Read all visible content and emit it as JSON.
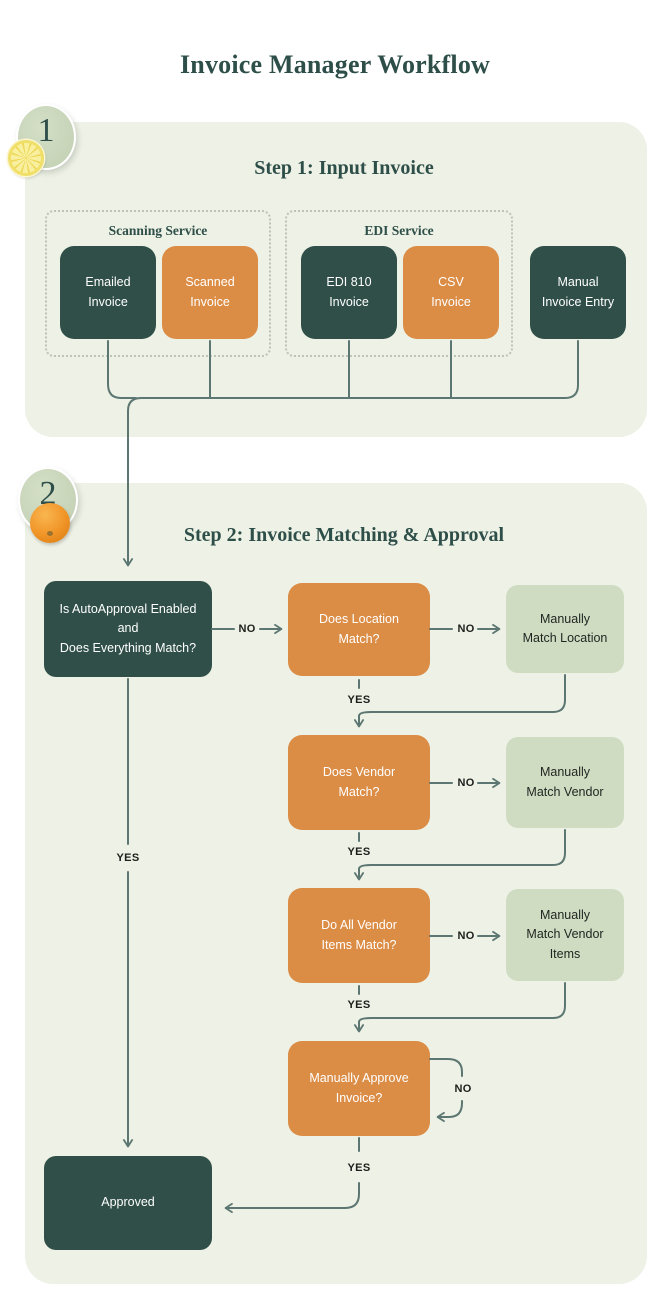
{
  "page": {
    "title": "Invoice Manager Workflow"
  },
  "colors": {
    "dark_teal": "#2F4F48",
    "orange": "#DB8C45",
    "light_green": "#D0DCC2",
    "panel_background": "#EEF1E5",
    "connector": "#5C7672",
    "heading_text": "#2E4F49"
  },
  "badges": {
    "step1": {
      "number": "1",
      "fruit_icon": "lemon-slice"
    },
    "step2": {
      "number": "2",
      "fruit_icon": "orange"
    }
  },
  "step1": {
    "heading": "Step 1: Input Invoice",
    "groups": [
      {
        "label": "Scanning Service",
        "nodes": [
          {
            "label": "Emailed\nInvoice",
            "variant": "dark"
          },
          {
            "label": "Scanned\nInvoice",
            "variant": "orange"
          }
        ]
      },
      {
        "label": "EDI Service",
        "nodes": [
          {
            "label": "EDI 810\nInvoice",
            "variant": "dark"
          },
          {
            "label": "CSV\nInvoice",
            "variant": "orange"
          }
        ]
      }
    ],
    "standalone_node": {
      "label": "Manual\nInvoice Entry",
      "variant": "dark"
    }
  },
  "step2": {
    "heading": "Step 2: Invoice Matching & Approval",
    "nodes": {
      "auto_approval": "Is AutoApproval Enabled\nand\nDoes Everything Match?",
      "location_match": "Does Location\nMatch?",
      "manual_location": "Manually\nMatch Location",
      "vendor_match": "Does Vendor\nMatch?",
      "manual_vendor": "Manually\nMatch Vendor",
      "items_match": "Do All Vendor\nItems Match?",
      "manual_items": "Manually\nMatch Vendor\nItems",
      "approve_invoice": "Manually Approve\nInvoice?",
      "approved": "Approved"
    },
    "edge_labels": {
      "yes": "YES",
      "no": "NO"
    }
  }
}
